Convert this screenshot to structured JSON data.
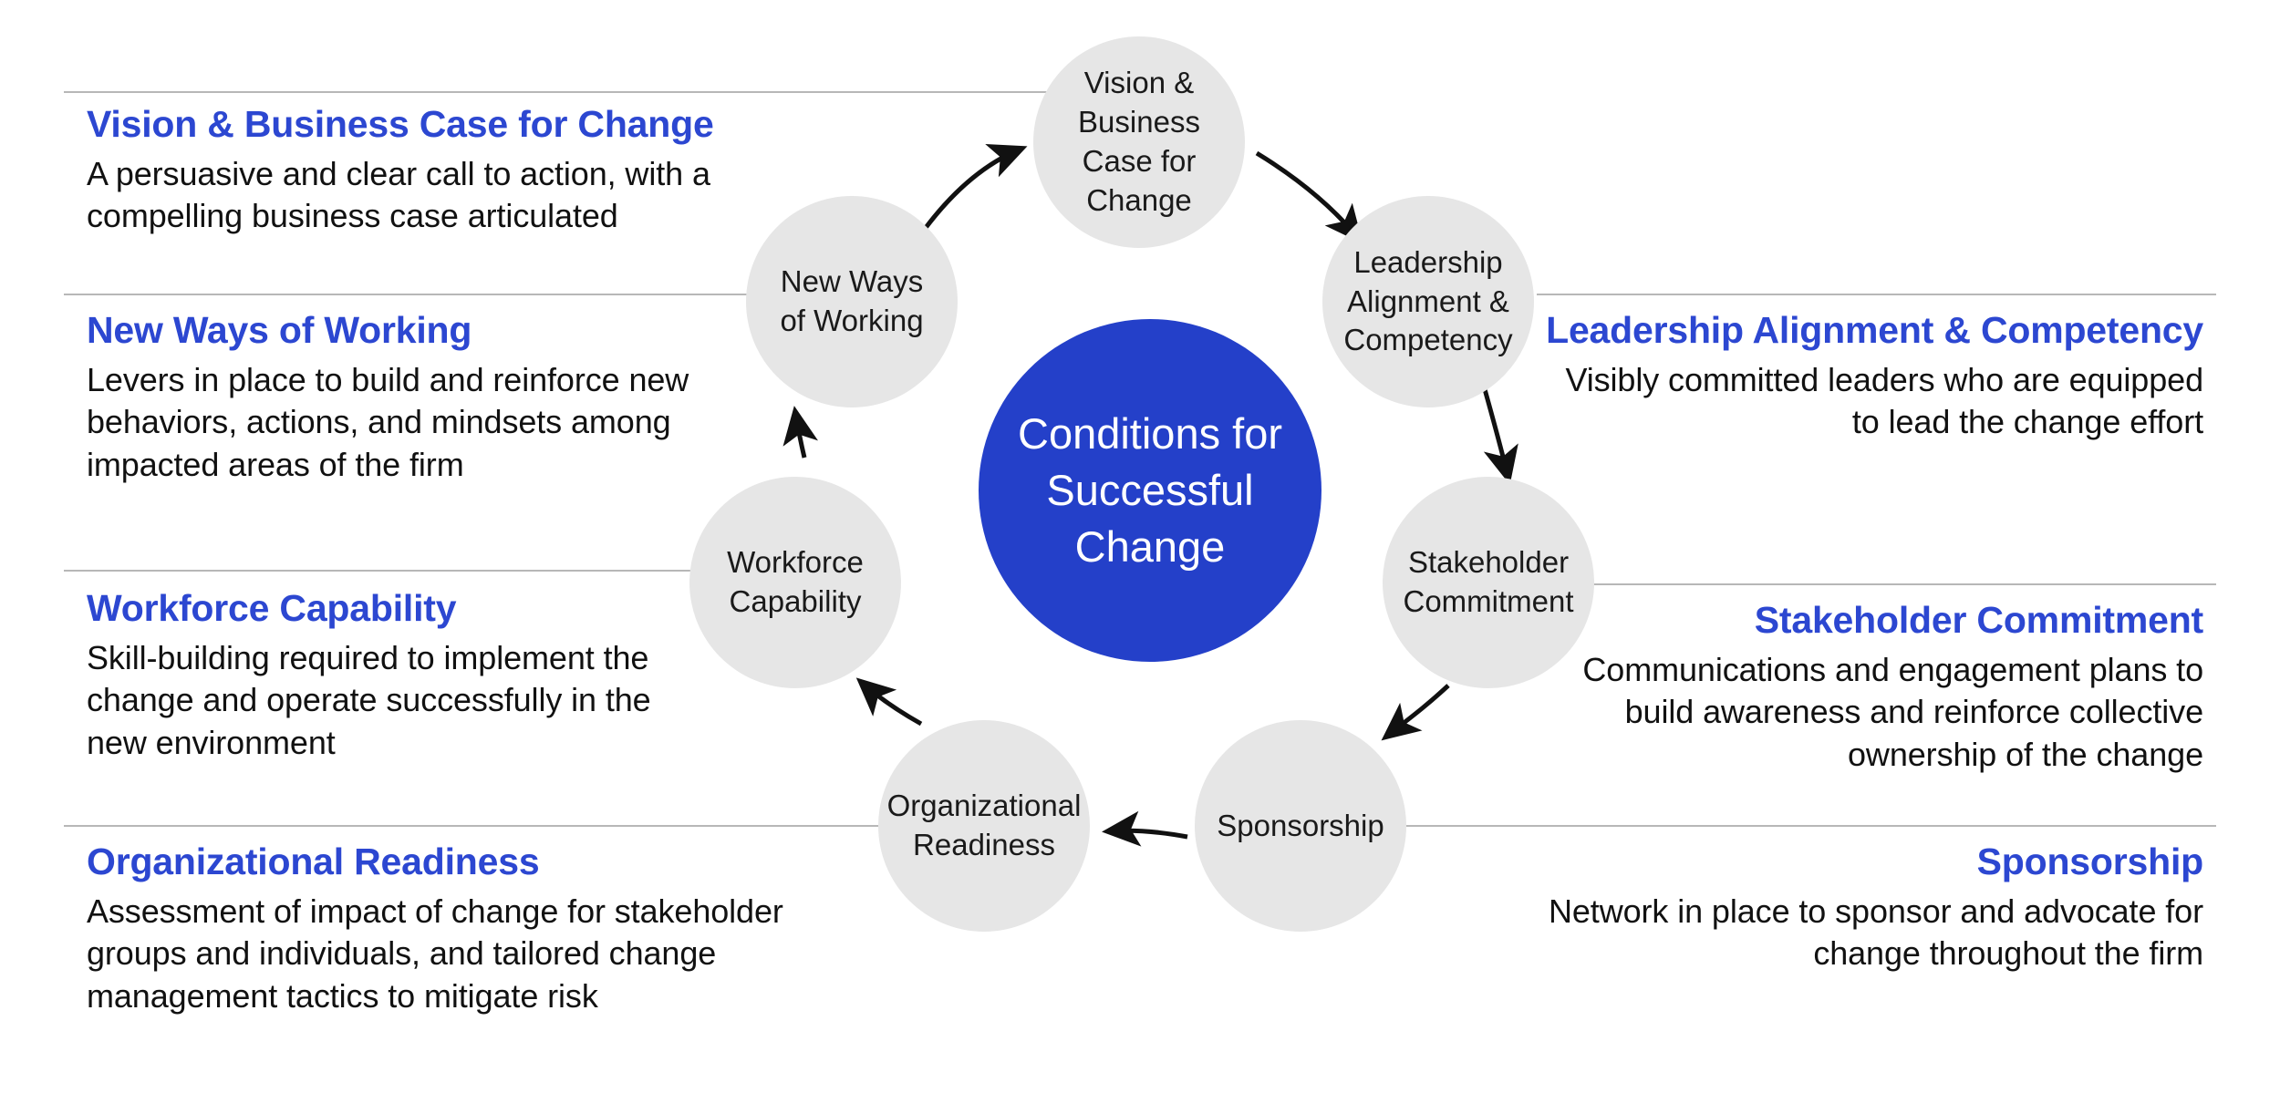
{
  "theme": {
    "accent_blue": "#2c47d1",
    "hub_blue": "#2440c9",
    "node_grey": "#e6e6e6",
    "divider_grey": "#b7b7b7",
    "body_text": "#111111",
    "background": "#ffffff"
  },
  "hub": {
    "label": "Conditions for\nSuccessful\nChange"
  },
  "nodes": [
    {
      "id": "vision",
      "label": "Vision &\nBusiness\nCase for\nChange"
    },
    {
      "id": "leadership",
      "label": "Leadership\nAlignment &\nCompetency"
    },
    {
      "id": "stakeholder",
      "label": "Stakeholder\nCommitment"
    },
    {
      "id": "sponsorship",
      "label": "Sponsorship"
    },
    {
      "id": "orgreadiness",
      "label": "Organizational\nReadiness"
    },
    {
      "id": "workforce",
      "label": "Workforce\nCapability"
    },
    {
      "id": "newways",
      "label": "New Ways\nof Working"
    }
  ],
  "left_blocks": [
    {
      "id": "vision",
      "title": "Vision & Business Case for Change",
      "desc": "A persuasive and clear call to action, with a compelling business case articulated"
    },
    {
      "id": "newways",
      "title": "New Ways of Working",
      "desc": "Levers in place to build and reinforce new behaviors, actions, and mindsets among impacted areas of the firm"
    },
    {
      "id": "workforce",
      "title": "Workforce Capability",
      "desc": "Skill-building required to implement the change and operate successfully in the new environment"
    },
    {
      "id": "orgreadiness",
      "title": "Organizational Readiness",
      "desc": "Assessment of impact of change for stakeholder groups and individuals, and tailored change management tactics to mitigate risk"
    }
  ],
  "right_blocks": [
    {
      "id": "leadership",
      "title": "Leadership Alignment & Competency",
      "desc": "Visibly committed leaders who are equipped to lead the change effort"
    },
    {
      "id": "stakeholder",
      "title": "Stakeholder Commitment",
      "desc": "Communications and engagement plans to build awareness and reinforce collective ownership of the change"
    },
    {
      "id": "sponsorship",
      "title": "Sponsorship",
      "desc": "Network in place to sponsor and advocate for change throughout the firm"
    }
  ],
  "arrows": [
    {
      "from": "newways",
      "to": "vision"
    },
    {
      "from": "vision",
      "to": "leadership"
    },
    {
      "from": "leadership",
      "to": "stakeholder"
    },
    {
      "from": "stakeholder",
      "to": "sponsorship"
    },
    {
      "from": "sponsorship",
      "to": "orgreadiness"
    },
    {
      "from": "orgreadiness",
      "to": "workforce"
    },
    {
      "from": "workforce",
      "to": "newways"
    }
  ]
}
